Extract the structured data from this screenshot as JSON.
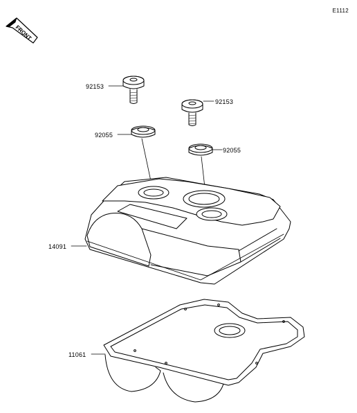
{
  "diagram_code": "E1112",
  "front_arrow_label": "FRONT",
  "parts": [
    {
      "id": "92153-left",
      "number": "92153"
    },
    {
      "id": "92153-right",
      "number": "92153"
    },
    {
      "id": "92055-left",
      "number": "92055"
    },
    {
      "id": "92055-right",
      "number": "92055"
    },
    {
      "id": "cover",
      "number": "14091"
    },
    {
      "id": "gasket",
      "number": "11061"
    }
  ]
}
